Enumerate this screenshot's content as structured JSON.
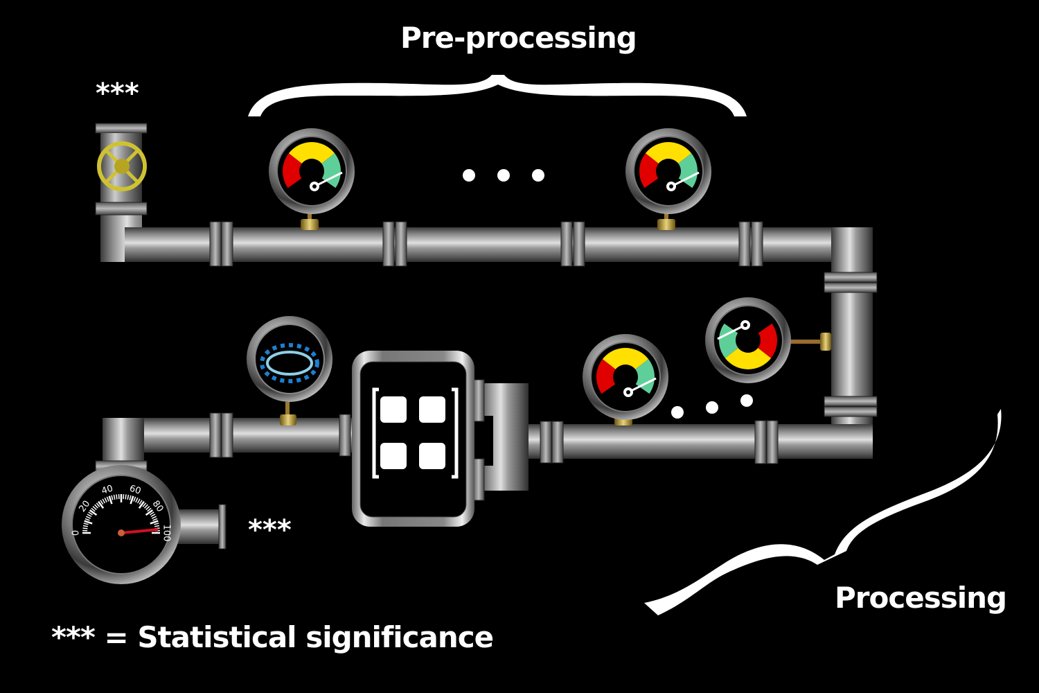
{
  "labels": {
    "preprocessing": "Pre-processing",
    "processing": "Processing",
    "significance_marker_valve": "***",
    "significance_marker_output": "***",
    "legend": "*** = Statistical significance"
  },
  "ellipsis": "…",
  "output_gauge": {
    "ticks": [
      "0",
      "20",
      "40",
      "60",
      "80",
      "100"
    ],
    "reading": 97
  },
  "zone_colors": {
    "red": "#e00000",
    "yellow": "#ffe000",
    "green": "#5fcf9a"
  },
  "components": [
    {
      "name": "input-valve",
      "icon": "valve-wheel-icon"
    },
    {
      "name": "preprocessing-gauge-1",
      "icon": "zone-gauge-icon"
    },
    {
      "name": "preprocessing-gauge-n",
      "icon": "zone-gauge-icon"
    },
    {
      "name": "processing-gauge-side",
      "icon": "zone-gauge-icon"
    },
    {
      "name": "processing-gauge-1",
      "icon": "zone-gauge-icon"
    },
    {
      "name": "processor-box",
      "icon": "grid-matrix-icon"
    },
    {
      "name": "ring-sensor",
      "icon": "ring-sensor-icon"
    },
    {
      "name": "output-gauge",
      "icon": "speedometer-icon"
    }
  ]
}
